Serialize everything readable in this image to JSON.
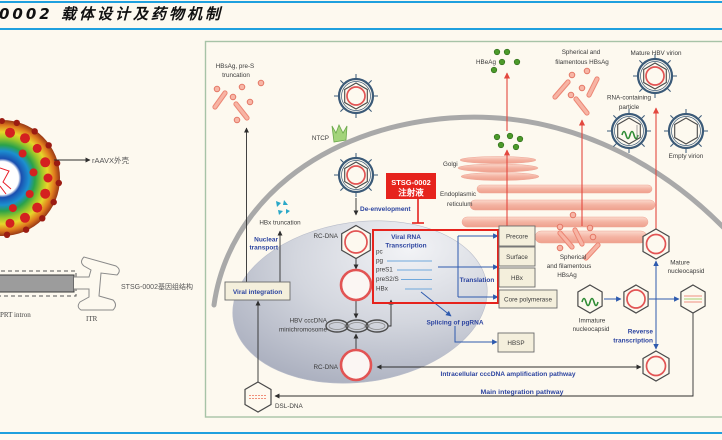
{
  "header": {
    "title": "0002 载体设计及药物机制"
  },
  "left_panel": {
    "capsid_label": "rAAVX外壳",
    "intron_label": "PRT intron",
    "itr_label": "ITR",
    "genome_label": "STSG-0002基因组结构"
  },
  "diagram": {
    "extracellular": {
      "hbsag_truncation": [
        "HBsAg, pre-S",
        "truncation"
      ],
      "ntcp": "NTCP",
      "hbeag": "HBeAg",
      "spherical_filamentous": [
        "Spherical and",
        "filamentous HBsAg"
      ],
      "mature_virion": "Mature HBV virion",
      "rna_particle": [
        "RNA-containing",
        "particle"
      ],
      "empty_virion": "Empty virion"
    },
    "drug": {
      "name": "STSG-0002",
      "form": "注射液"
    },
    "cytoplasm": {
      "de_envelopment": "De-envelopment",
      "rc_dna": "RC-DNA",
      "hbx_truncation": "HBx truncation",
      "nuclear_transport": [
        "Nuclear",
        "transport"
      ],
      "viral_integration": "Viral integration",
      "golgi": "Golgi",
      "er": [
        "Endoplasmic",
        "reticulum"
      ],
      "intracellular_hbsag": [
        "Spherical",
        "and filamentous",
        "HBsAg"
      ],
      "mature_nucleocapsid": [
        "Mature",
        "nucleocapsid"
      ],
      "immature_nucleocapsid": [
        "Immature",
        "nucleocapsid"
      ],
      "reverse_transcription": [
        "Reverse",
        "transcription"
      ],
      "dsl_dna": "DSL-DNA"
    },
    "nucleus": {
      "cccdna": [
        "HBV cccDNA",
        "minichromosome"
      ],
      "rc_dna": "RC-DNA",
      "transcription_title": [
        "Viral RNA",
        "Transcription"
      ],
      "transcripts": [
        "pc",
        "pg",
        "preS1",
        "preS2/S",
        "HBx"
      ],
      "translation": "Translation",
      "splicing": "Splicing of pgRNA"
    },
    "proteins": [
      "Precore",
      "Surface",
      "HBx",
      "Core polymerase"
    ],
    "hbsp": "HBSP",
    "pathways": {
      "intracellular": "Intracellular cccDNA amplification pathway",
      "integration": "Main integration pathway"
    }
  },
  "colors": {
    "page_bg": "#fdf9ef",
    "rule_blue": "#1fa0de",
    "frame_green": "#a7c3a7",
    "membrane_grey": "#a9a9a9",
    "pathway_blue": "#2c44a0",
    "arrow_blue": "#2e5aae",
    "arrow_red": "#e3483f",
    "drug_red": "#e6231d",
    "dna_red": "#e25454",
    "virion_blue": "#3b5a78",
    "hbeag_green": "#4c9a2a"
  }
}
